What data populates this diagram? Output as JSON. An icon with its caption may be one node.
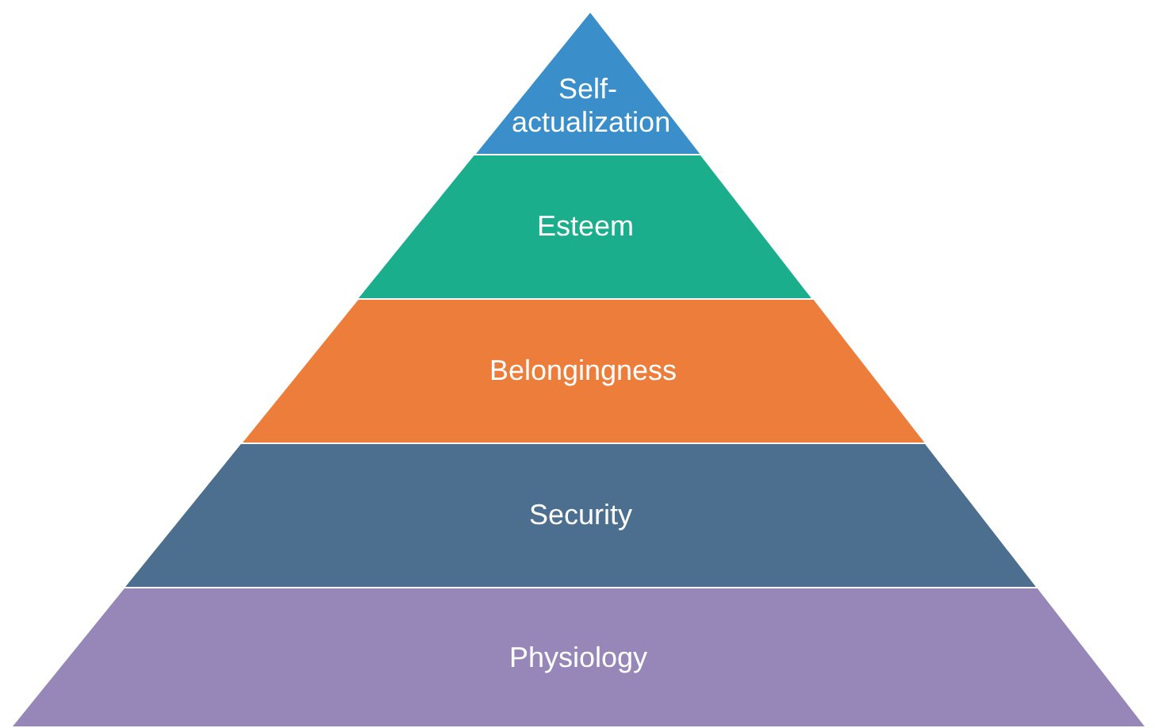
{
  "diagram": {
    "nodes": [
      {
        "text": [
          "Self-actualization"
        ]
      },
      {
        "text": [
          "Esteem"
        ]
      },
      {
        "text": [
          "Belongingness"
        ]
      },
      {
        "text": [
          "Security"
        ]
      },
      {
        "text": [
          "Physiology"
        ]
      }
    ]
  }
}
